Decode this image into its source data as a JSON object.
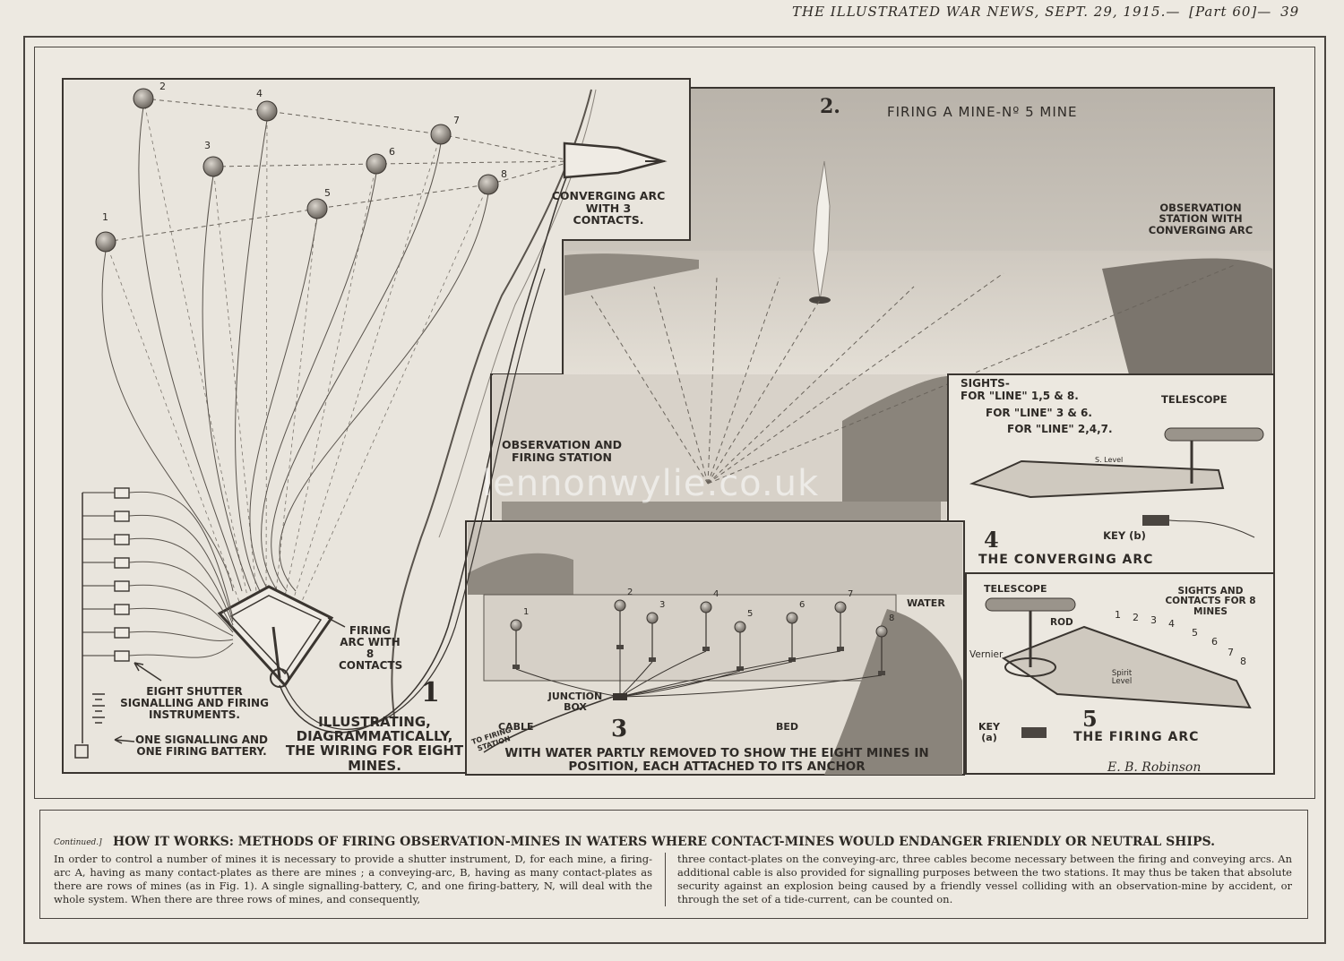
{
  "header": {
    "title": "THE ILLUSTRATED WAR NEWS, SEPT. 29, 1915.—",
    "part": "[Part 60]—",
    "page": "39"
  },
  "fig1": {
    "converging_arc_label": "CONVERGING ARC WITH 3 CONTACTS.",
    "firing_arc_label": "FIRING ARC WITH 8 CONTACTS",
    "instruments_label": "EIGHT SHUTTER SIGNALLING AND FIRING INSTRUMENTS.",
    "battery_label": "ONE SIGNALLING AND ONE FIRING BATTERY.",
    "number": "1",
    "caption": "ILLUSTRATING, DIAGRAMMATICALLY, THE WIRING FOR EIGHT MINES.",
    "mine_numbers": [
      "1",
      "2",
      "3",
      "4",
      "5",
      "6",
      "7",
      "8"
    ]
  },
  "fig2": {
    "number": "2.",
    "title": "FIRING A MINE-Nº 5 MINE",
    "observation_station_label": "OBSERVATION STATION WITH CONVERGING ARC",
    "observation_firing_label": "OBSERVATION AND FIRING STATION"
  },
  "fig3": {
    "number": "3",
    "caption": "WITH WATER PARTLY REMOVED TO SHOW THE EIGHT MINES IN POSITION, EACH ATTACHED TO ITS ANCHOR",
    "junction_label": "JUNCTION BOX",
    "cable_label": "CABLE",
    "to_station_label": "TO FIRING STATION",
    "bed_label": "BED",
    "water_label": "WATER",
    "mine_numbers": [
      "1",
      "2",
      "3",
      "4",
      "5",
      "6",
      "7",
      "8"
    ]
  },
  "fig4": {
    "number": "4",
    "title": "THE CONVERGING ARC",
    "sights_label": "SIGHTS-",
    "line1": "FOR \"LINE\" 1,5 & 8.",
    "line2": "FOR \"LINE\" 3 & 6.",
    "line3": "FOR \"LINE\" 2,4,7.",
    "telescope_label": "TELESCOPE",
    "level_label": "S. Level",
    "key_label": "KEY (b)"
  },
  "fig5": {
    "number": "5",
    "title": "THE FIRING ARC",
    "telescope_label": "TELESCOPE",
    "sights_label": "SIGHTS AND CONTACTS FOR 8 MINES",
    "rod_label": "ROD",
    "vernier_label": "Vernier",
    "spirit_label": "Spirit Level",
    "key_label": "KEY (a)",
    "signature": "E. B. Robinson",
    "contact_numbers": [
      "1",
      "2",
      "3",
      "4",
      "5",
      "6",
      "7",
      "8"
    ]
  },
  "watermark": "lennonwylie.co.uk",
  "article": {
    "continued": "Continued.]",
    "title": "HOW IT WORKS: METHODS OF FIRING OBSERVATION-MINES IN WATERS WHERE CONTACT-MINES WOULD ENDANGER FRIENDLY OR NEUTRAL SHIPS.",
    "col1": "In order to control a number of mines it is necessary to provide a shutter instrument, D, for each mine, a firing-arc A, having as many contact-plates as there are mines ; a conveying-arc, B, having as many contact-plates as there are rows of mines (as in Fig. 1). A single signalling-battery, C, and one firing-battery, N, will deal with the whole system. When there are three rows of mines, and consequently,",
    "col2": "three contact-plates on the conveying-arc, three cables become necessary between the firing and conveying arcs. An additional cable is also provided for signalling purposes between the two stations. It may thus be taken that absolute security against an explosion being caused by a friendly vessel colliding with an observation-mine by accident, or through the set of a tide-current, can be counted on."
  }
}
